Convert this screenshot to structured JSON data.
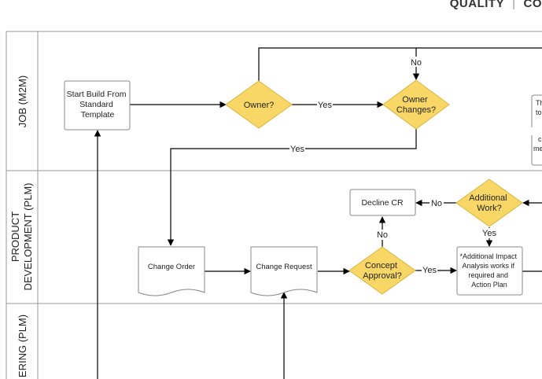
{
  "header": {
    "left": "QUALITY",
    "separator": "|",
    "right": "CO"
  },
  "lanes": {
    "lane1": "JOB (M2M)",
    "lane2_line1": "PRODUCT",
    "lane2_line2": "DEVELOPMENT (PLM)",
    "lane3": "ERING (PLM)"
  },
  "nodes": {
    "start_build": [
      "Start Build From",
      "Standard",
      "Template"
    ],
    "owner_decision": "Owner?",
    "owner_changes": [
      "Owner",
      "Changes?"
    ],
    "change_order": "Change Order",
    "change_request": "Change Request",
    "concept_approval": [
      "Concept",
      "Approval?"
    ],
    "decline_cr": "Decline CR",
    "additional_work": [
      "Additional",
      "Work?"
    ],
    "impact_analysis": [
      "*Additional Impact",
      "Analysis works if",
      "required and",
      "Action Plan"
    ],
    "cut_note_1": [
      "Th",
      "to"
    ],
    "cut_note_2": [
      "c",
      "me"
    ]
  },
  "edge_labels": {
    "owner_yes": "Yes",
    "owner_changes_no": "No",
    "owner_changes_yes": "Yes",
    "concept_no": "No",
    "concept_yes": "Yes",
    "additional_no": "No",
    "additional_yes": "Yes"
  },
  "colors": {
    "decision_fill": "#f9d766",
    "decision_stroke": "#d9b53b",
    "line": "#000000",
    "border": "#999999"
  }
}
